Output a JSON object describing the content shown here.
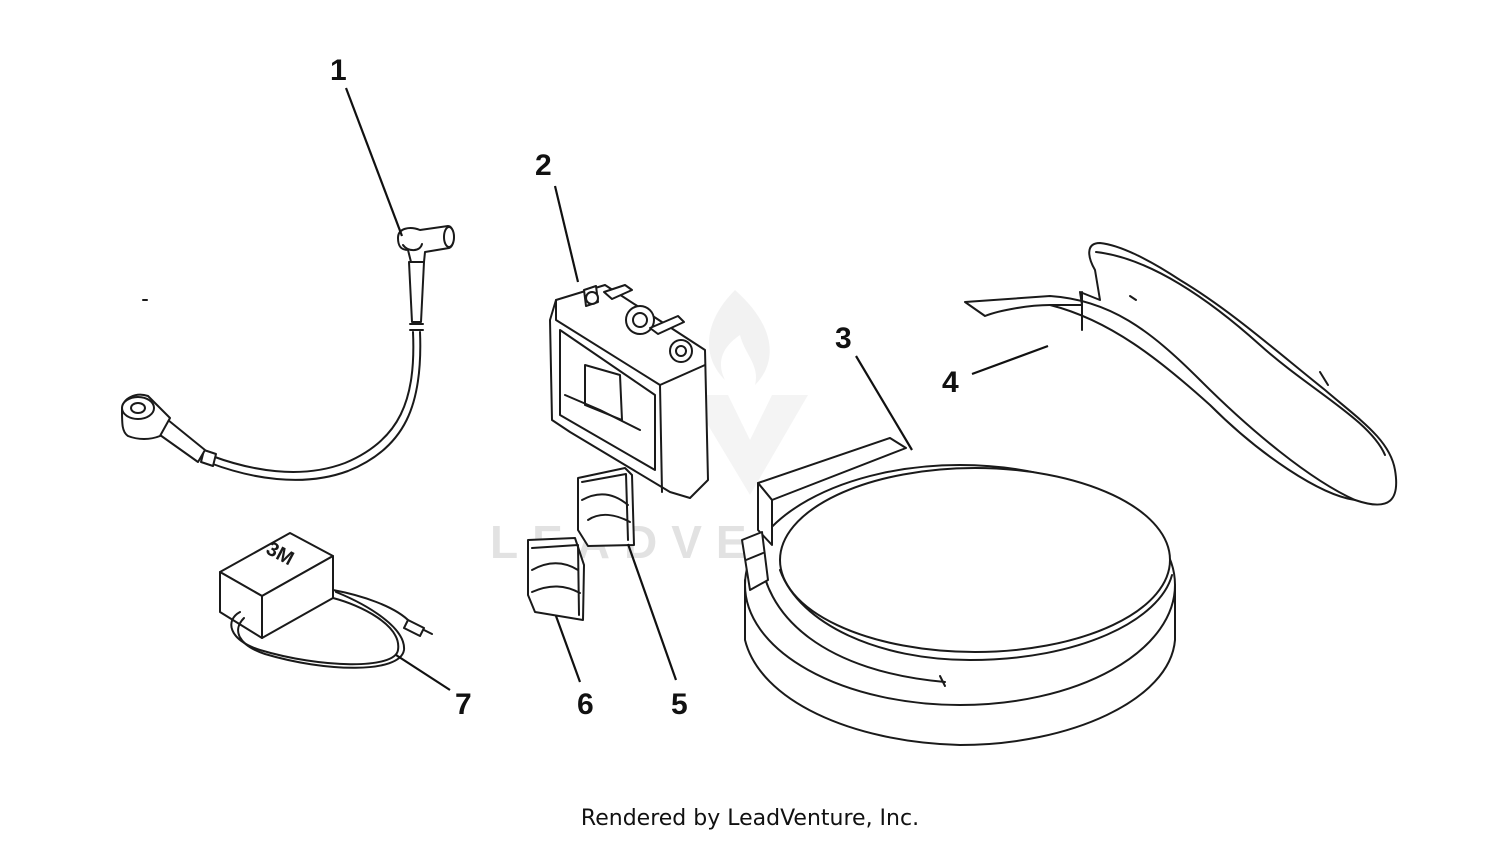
{
  "diagram": {
    "callouts": [
      "1",
      "2",
      "3",
      "4",
      "5",
      "6",
      "7"
    ],
    "part_label_3m": "3M",
    "watermark": "LEADVENTURE",
    "credit": "Rendered by LeadVenture, Inc."
  },
  "colors": {
    "line": "#1a1a1a",
    "watermark": "#e2e2e2",
    "background": "#ffffff"
  }
}
